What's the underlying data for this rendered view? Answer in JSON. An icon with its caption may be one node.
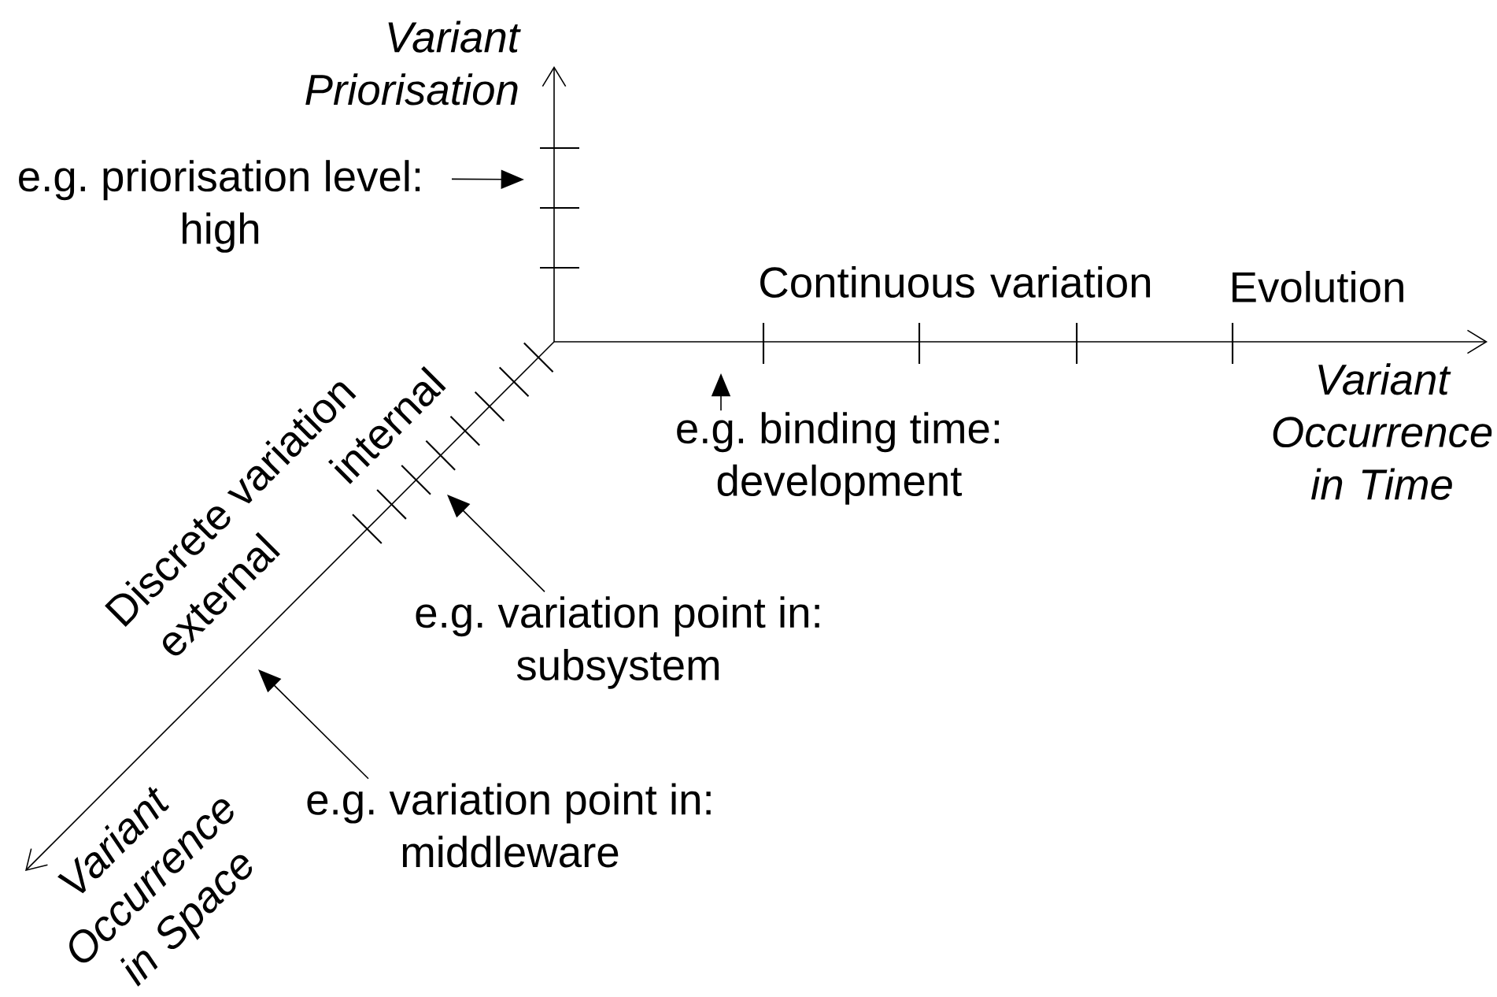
{
  "diagram": {
    "nodes": [
      {
        "text": [
          "e.g. priorisation level: high"
        ]
      },
      {
        "text": [
          "e.g. binding time: development"
        ]
      },
      {
        "text": [
          "e.g. variation point in: subsystem"
        ]
      },
      {
        "text": [
          "e.g. variation point in: middleware"
        ]
      }
    ],
    "edges": [
      {
        "from": 0,
        "to": null,
        "arrow": "to"
      },
      {
        "from": 1,
        "to": null,
        "arrow": "to"
      },
      {
        "from": 2,
        "to": null,
        "arrow": "to"
      },
      {
        "from": 3,
        "to": null,
        "arrow": "to"
      }
    ],
    "labels": [
      "Variant Priorisation",
      "Continuous variation",
      "Evolution",
      "Variant Occurrence in Time",
      "Discrete variation",
      "internal",
      "external",
      "Variant Occurrence in Space"
    ]
  }
}
